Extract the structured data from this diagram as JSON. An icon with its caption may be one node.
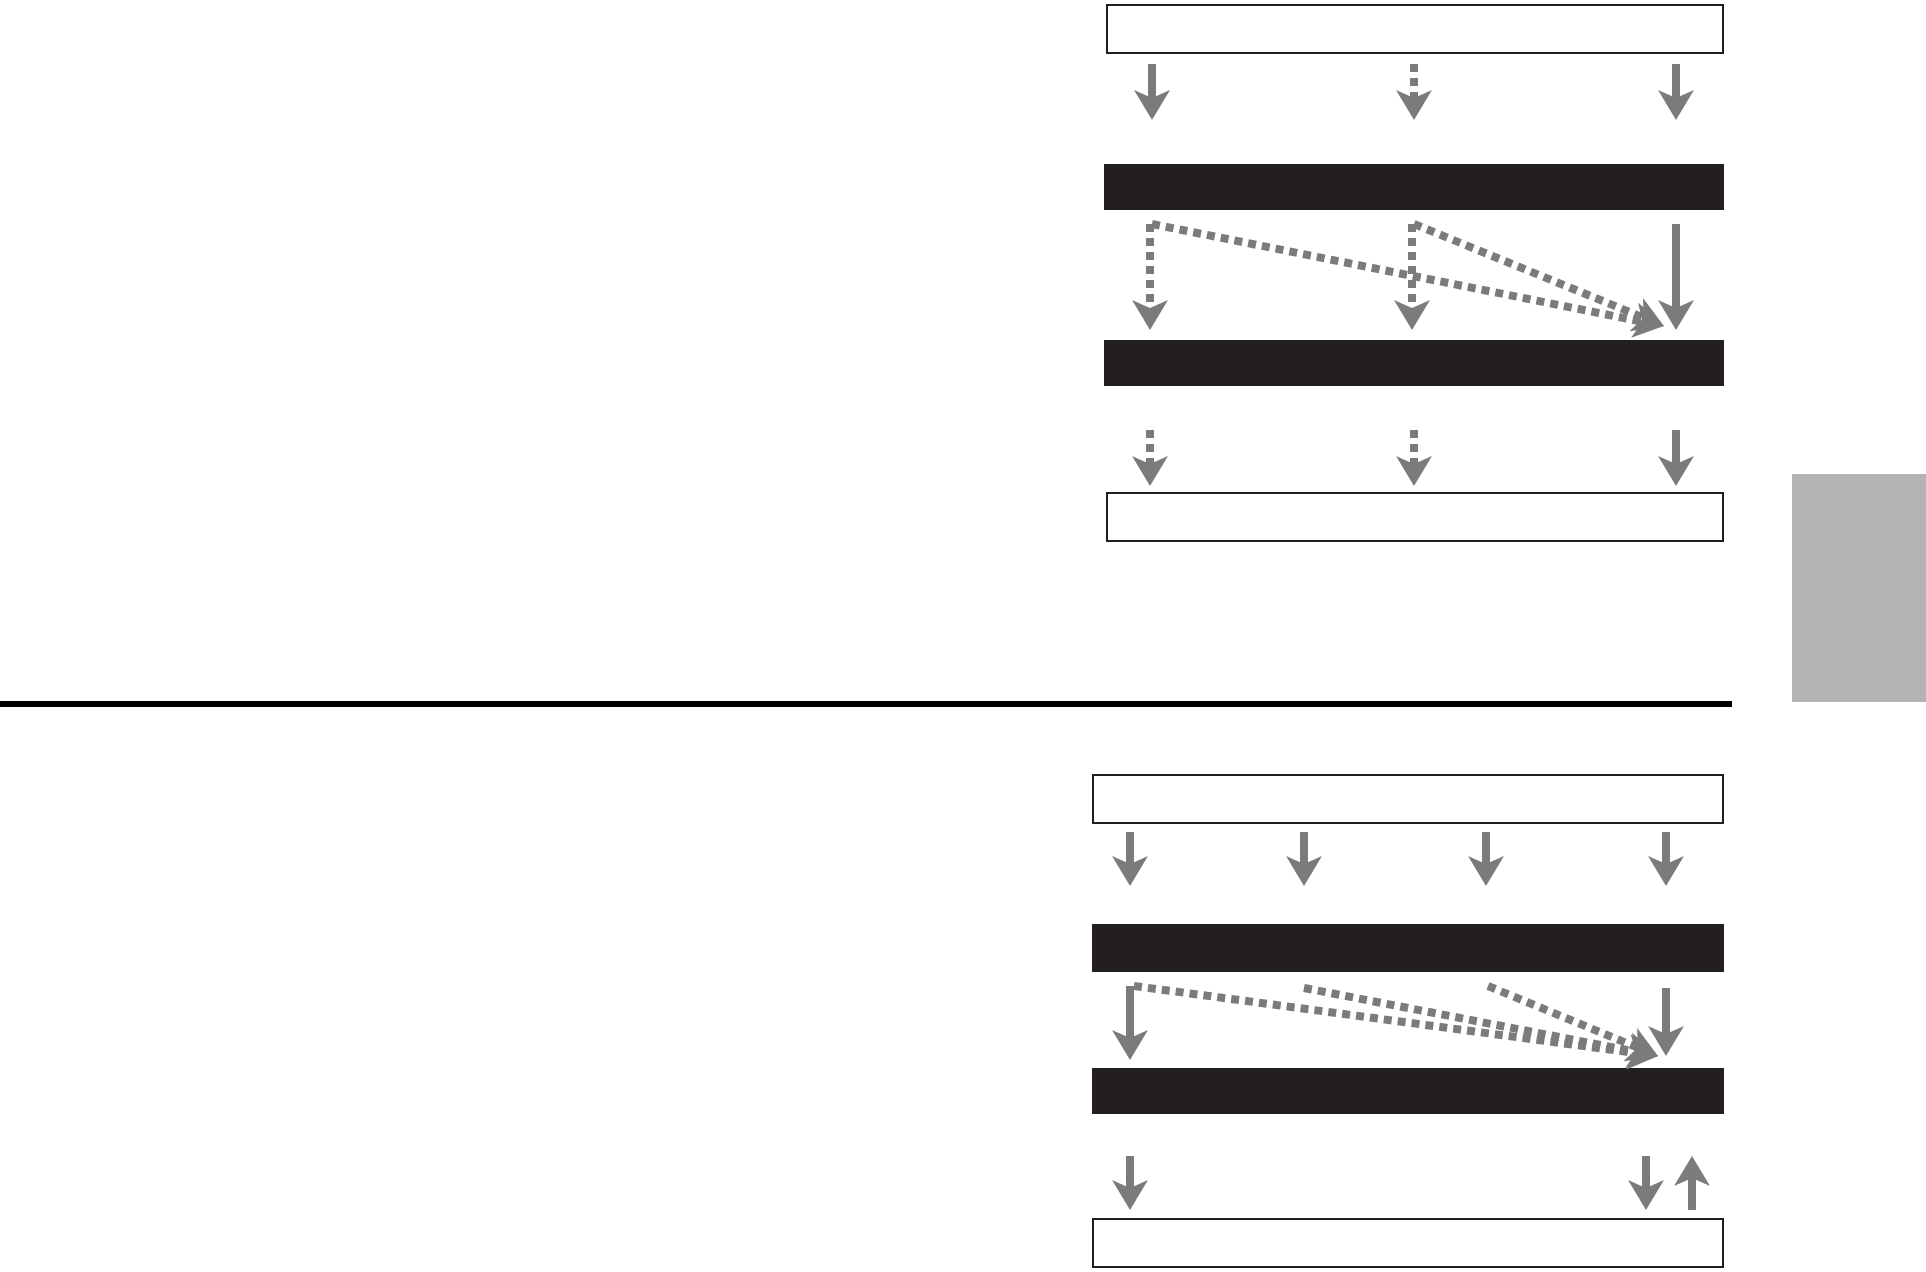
{
  "diagram": {
    "nodes": [
      {
        "text": [],
        "shape": "box"
      },
      {
        "text": [],
        "shape": "bar"
      },
      {
        "text": [],
        "shape": "bar"
      },
      {
        "text": [],
        "shape": "box"
      },
      {
        "text": [],
        "shape": "box"
      },
      {
        "text": [],
        "shape": "bar"
      },
      {
        "text": [],
        "shape": "bar"
      },
      {
        "text": [],
        "shape": "box"
      }
    ],
    "edges": [
      {
        "from": 0,
        "to": 1,
        "arrow": "to"
      },
      {
        "from": 0,
        "to": 1,
        "arrow": "to",
        "style": "dashed"
      },
      {
        "from": 0,
        "to": 1,
        "arrow": "to"
      },
      {
        "from": 1,
        "to": 2,
        "arrow": "to",
        "style": "dashed"
      },
      {
        "from": 1,
        "to": 2,
        "arrow": "to",
        "style": "dashed"
      },
      {
        "from": 1,
        "to": 2,
        "arrow": "to",
        "style": "dashed"
      },
      {
        "from": 1,
        "to": 2,
        "arrow": "to",
        "style": "dashed"
      },
      {
        "from": 1,
        "to": 2,
        "arrow": "to"
      },
      {
        "from": 2,
        "to": 3,
        "arrow": "to",
        "style": "dashed"
      },
      {
        "from": 2,
        "to": 3,
        "arrow": "to",
        "style": "dashed"
      },
      {
        "from": 2,
        "to": 3,
        "arrow": "to"
      },
      {
        "from": 4,
        "to": 5,
        "arrow": "to"
      },
      {
        "from": 4,
        "to": 5,
        "arrow": "to"
      },
      {
        "from": 4,
        "to": 5,
        "arrow": "to"
      },
      {
        "from": 4,
        "to": 5,
        "arrow": "to"
      },
      {
        "from": 5,
        "to": 6,
        "arrow": "to"
      },
      {
        "from": 5,
        "to": 6,
        "arrow": "to",
        "style": "dashed"
      },
      {
        "from": 5,
        "to": 6,
        "arrow": "to",
        "style": "dashed"
      },
      {
        "from": 5,
        "to": 6,
        "arrow": "to",
        "style": "dashed"
      },
      {
        "from": 5,
        "to": 6,
        "arrow": "to"
      },
      {
        "from": 6,
        "to": 7,
        "arrow": "to"
      },
      {
        "from": 6,
        "to": 7,
        "arrow": "to"
      },
      {
        "from": 7,
        "to": 6,
        "arrow": "to"
      }
    ]
  }
}
